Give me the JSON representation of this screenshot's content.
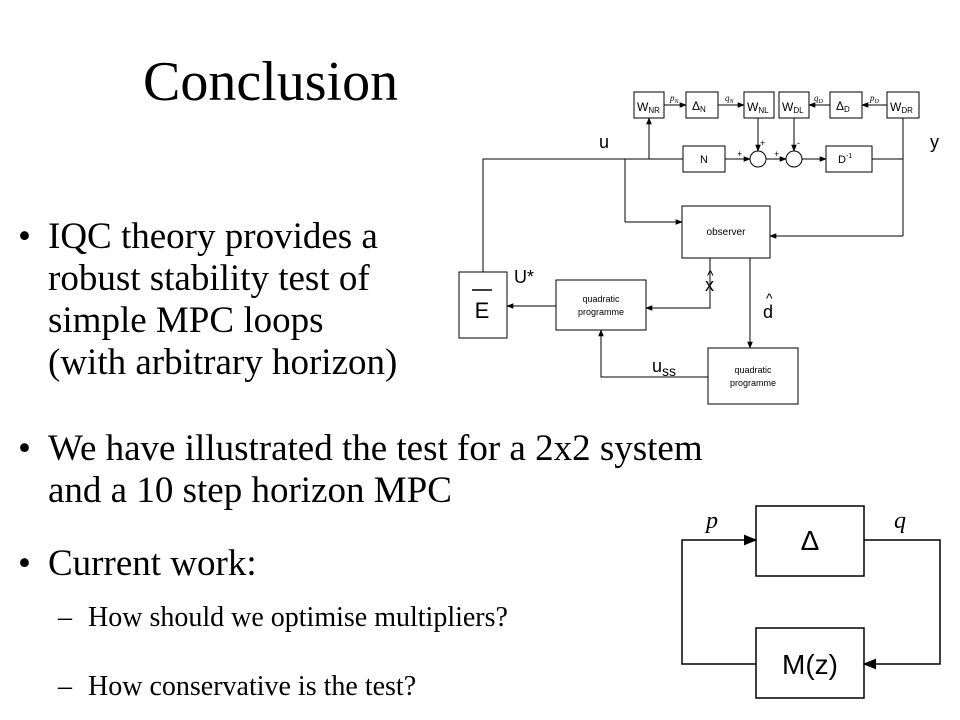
{
  "title": "Conclusion",
  "bullets": [
    {
      "lines": [
        "IQC theory provides a",
        "robust stability test of",
        "simple MPC loops",
        "(with arbitrary horizon)"
      ]
    },
    {
      "lines": [
        "We have illustrated the test for a 2x2 system",
        "and a 10 step horizon MPC"
      ]
    },
    {
      "lines": [
        "Current work:"
      ]
    }
  ],
  "subbullets": [
    "How should we optimise multipliers?",
    "How conservative is the test?"
  ],
  "bullet_glyph": "•",
  "dash_glyph": "–",
  "diagram1": {
    "blocks": {
      "wnr": {
        "main": "W",
        "sub": "NR"
      },
      "dn": {
        "main": "Δ",
        "sub": "N"
      },
      "wnl": {
        "main": "W",
        "sub": "NL"
      },
      "wdl": {
        "main": "W",
        "sub": "DL"
      },
      "dd": {
        "main": "Δ",
        "sub": "D"
      },
      "wdr": {
        "main": "W",
        "sub": "DR"
      },
      "n": "N",
      "dinv": {
        "main": "D",
        "sup": "-1"
      },
      "observer": "observer",
      "ebar": "E",
      "qp1": [
        "quadratic",
        "programme"
      ],
      "qp2": [
        "quadratic",
        "programme"
      ]
    },
    "signals": {
      "pn": {
        "main": "p",
        "sub": "N"
      },
      "qn": {
        "main": "q",
        "sub": "N"
      },
      "qd": {
        "main": "q",
        "sub": "D"
      },
      "pd": {
        "main": "p",
        "sub": "D"
      },
      "u": "u",
      "y": "y",
      "ustar": "U*",
      "xhat": "x",
      "dhat": "d",
      "hat": "^",
      "uss": {
        "main": "u",
        "sub": "ss"
      }
    },
    "signs": {
      "plus1": "+",
      "plus2": "+",
      "plus3": "+",
      "minus": "-"
    }
  },
  "diagram2": {
    "p": "p",
    "q": "q",
    "delta": "Δ",
    "mz": "M(z)"
  }
}
